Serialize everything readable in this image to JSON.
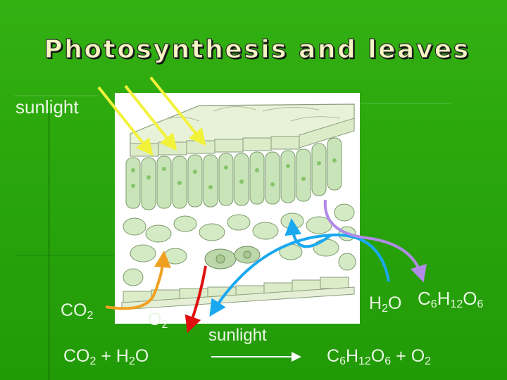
{
  "slide": {
    "title": "Photosynthesis and leaves",
    "sunlight_label": "sunlight",
    "co2_label": {
      "base": "CO",
      "sub": "2"
    },
    "o2_label": {
      "base": "O",
      "sub": "2"
    },
    "h2o_label": {
      "pre": "H",
      "sub": "2",
      "post": "O"
    },
    "glucose_label": {
      "c": "C",
      "c_sub": "6",
      "h": "H",
      "h_sub": "12",
      "o": "O",
      "o_sub": "6"
    },
    "equation": {
      "reactants": {
        "co2_base": "CO",
        "co2_sub": "2",
        "plus": "+",
        "h2o_pre": "H",
        "h2o_sub": "2",
        "h2o_post": "O"
      },
      "arrow_label": "sunlight",
      "products": {
        "c": "C",
        "c_sub": "6",
        "h": "H",
        "h_sub": "12",
        "o": "O",
        "o_sub": "6",
        "plus": "+",
        "o2_base": "O",
        "o2_sub": "2"
      }
    }
  },
  "colors": {
    "background": "#2aa60c",
    "title_text": "#f6f6c4",
    "sunlight_arrows": "#f2f23a",
    "co2_arrow": "#f0a020",
    "o2_arrow": "#e01010",
    "water_arrows": "#1aa8f0",
    "glucose_arrow": "#b28ae8",
    "leaf_cells": "#c9e4b8"
  }
}
